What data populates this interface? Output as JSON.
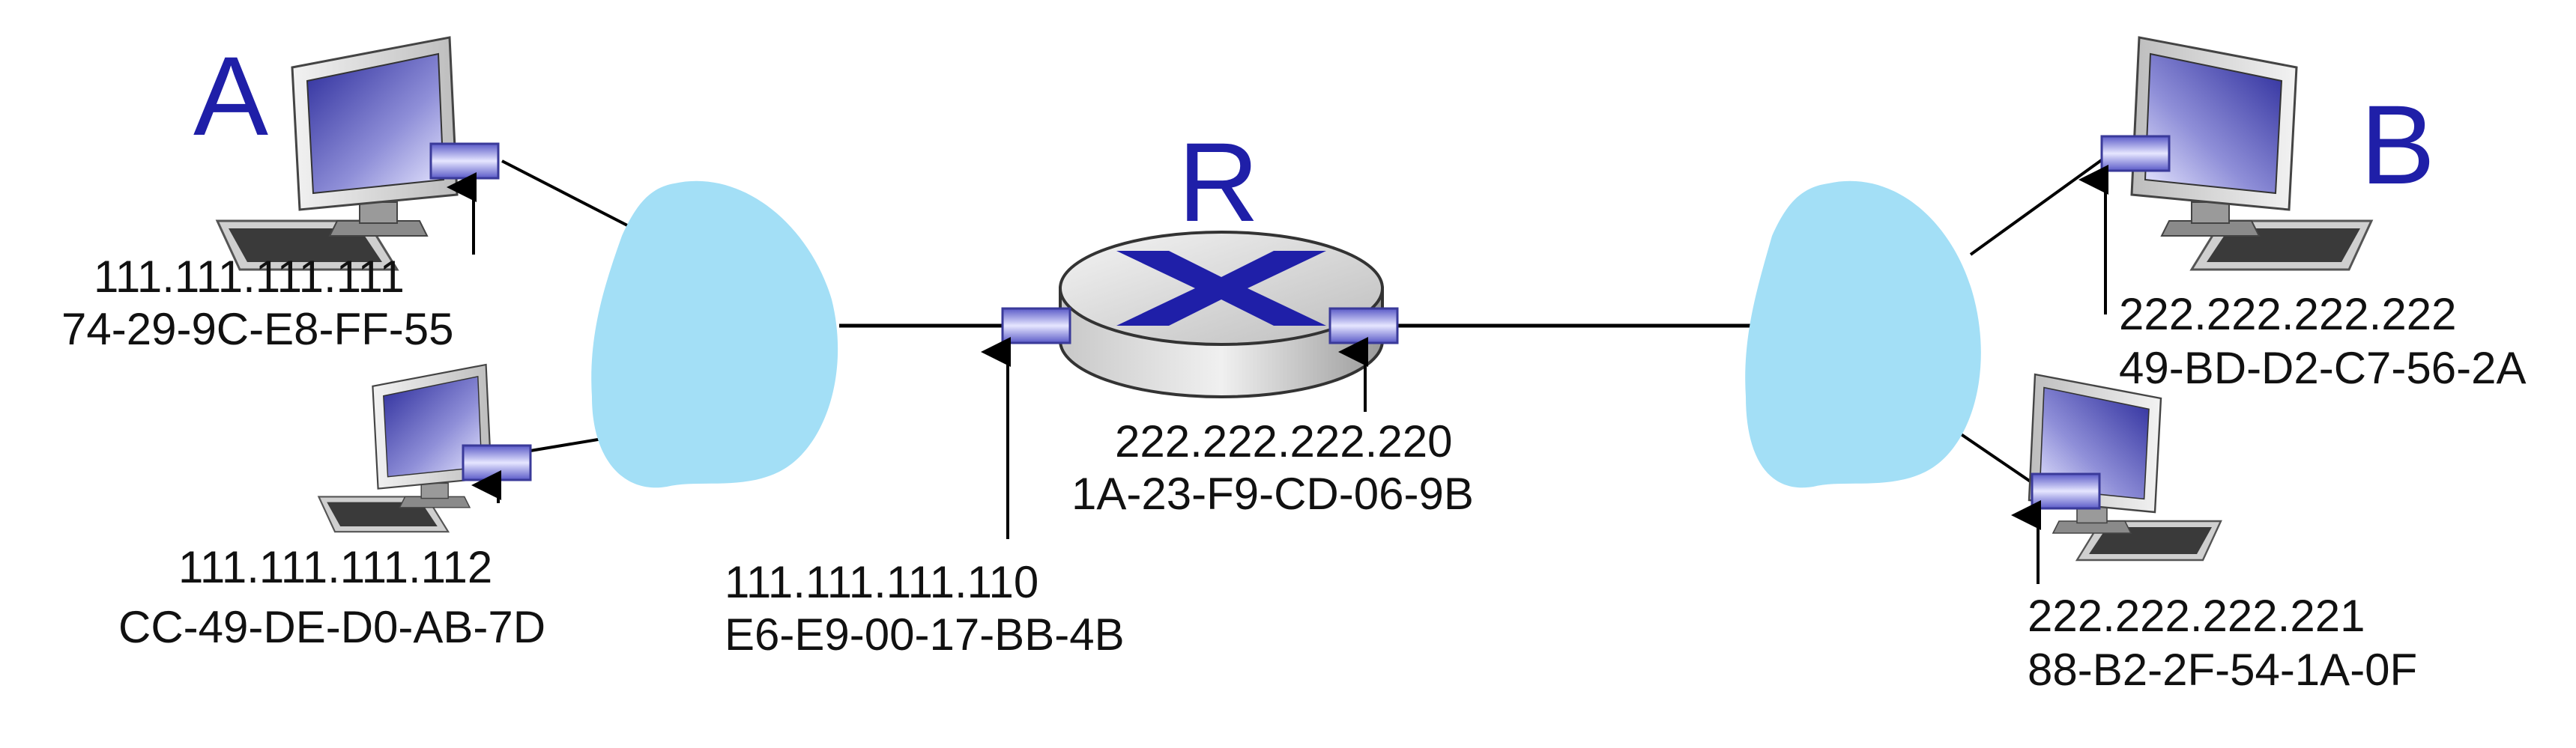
{
  "colors": {
    "label": "#1f1fa8",
    "cloud": "#a3dff6",
    "router_mark": "#1f1fa8",
    "text": "#111111"
  },
  "labels": {
    "host_a": "A",
    "host_b": "B",
    "router": "R"
  },
  "hosts": {
    "a": {
      "ip": "111.111.111.111",
      "mac": "74-29-9C-E8-FF-55"
    },
    "a2": {
      "ip": "111.111.111.112",
      "mac": "CC-49-DE-D0-AB-7D"
    },
    "b": {
      "ip": "222.222.222.222",
      "mac": "49-BD-D2-C7-56-2A"
    },
    "b2": {
      "ip": "222.222.222.221",
      "mac": "88-B2-2F-54-1A-0F"
    }
  },
  "router_interfaces": {
    "left": {
      "ip": "111.111.111.110",
      "mac": "E6-E9-00-17-BB-4B"
    },
    "right": {
      "ip": "222.222.222.220",
      "mac": "1A-23-F9-CD-06-9B"
    }
  }
}
